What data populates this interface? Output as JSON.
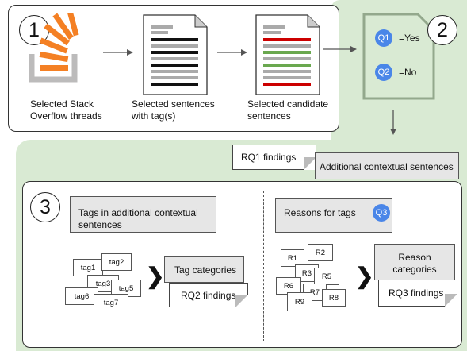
{
  "step1": {
    "number": "1",
    "threads_label": "Selected Stack\nOverflow threads",
    "sentences_label": "Selected sentences\nwith tag(s)",
    "candidates_label": "Selected candidate\nsentences"
  },
  "step2": {
    "number": "2",
    "q1_badge": "Q1",
    "q1_answer": "=Yes",
    "q2_badge": "Q2",
    "q2_answer": "=No"
  },
  "middle": {
    "rq1_findings": "RQ1 findings",
    "additional_contextual": "Additional contextual sentences"
  },
  "step3": {
    "number": "3",
    "tags_header": "Tags in additional contextual\nsentences",
    "tags": [
      "tag1",
      "tag2",
      "tag3",
      "tag5",
      "tag6",
      "tag7"
    ],
    "tag_categories": "Tag categories",
    "rq2_findings": "RQ2 findings",
    "reasons_header": "Reasons for tags",
    "q3_badge": "Q3",
    "reasons": [
      "R1",
      "R2",
      "R3",
      "R5",
      "R6",
      "R7",
      "R8",
      "R9"
    ],
    "reason_categories": "Reason\ncategories",
    "rq3_findings": "RQ3 findings"
  },
  "colors": {
    "green_bg": "#d9ead3",
    "accent_blue": "#4a86e8",
    "highlight_red": "#cc0000",
    "highlight_green": "#6aa84f",
    "so_orange": "#f48024"
  }
}
